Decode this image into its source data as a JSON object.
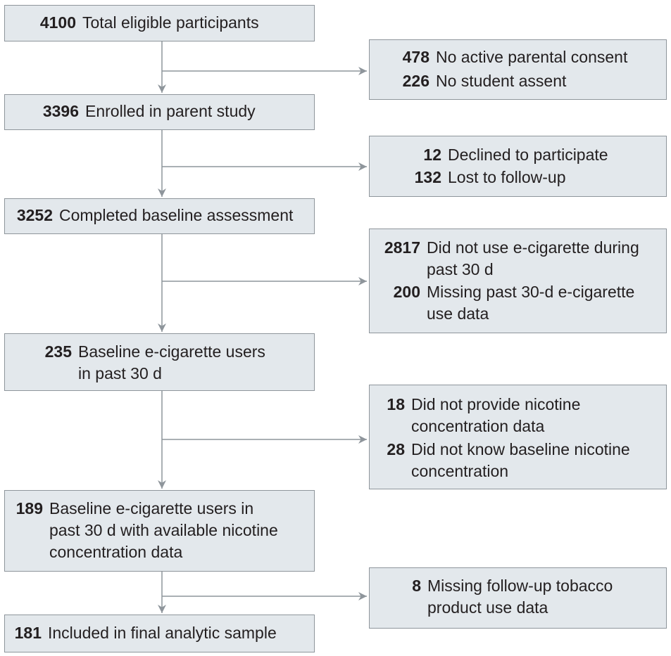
{
  "flow": {
    "main": [
      {
        "count": "4100",
        "lines": [
          "Total eligible participants"
        ]
      },
      {
        "count": "3396",
        "lines": [
          "Enrolled in parent study"
        ]
      },
      {
        "count": "3252",
        "lines": [
          "Completed baseline assessment"
        ]
      },
      {
        "count": "235",
        "lines": [
          "Baseline e-cigarette users",
          "in past 30 d"
        ]
      },
      {
        "count": "189",
        "lines": [
          "Baseline e-cigarette users in",
          "past 30 d with available nicotine",
          "concentration data"
        ]
      },
      {
        "count": "181",
        "lines": [
          "Included in final analytic sample"
        ]
      }
    ],
    "exclusions": [
      [
        {
          "count": "478",
          "lines": [
            "No active parental consent"
          ]
        },
        {
          "count": "226",
          "lines": [
            "No student assent"
          ]
        }
      ],
      [
        {
          "count": "12",
          "lines": [
            "Declined to participate"
          ]
        },
        {
          "count": "132",
          "lines": [
            "Lost to follow-up"
          ]
        }
      ],
      [
        {
          "count": "2817",
          "lines": [
            "Did not use e-cigarette during",
            "past 30 d"
          ]
        },
        {
          "count": "200",
          "lines": [
            "Missing past 30-d e-cigarette",
            "use data"
          ]
        }
      ],
      [
        {
          "count": "18",
          "lines": [
            "Did not provide nicotine",
            "concentration data"
          ]
        },
        {
          "count": "28",
          "lines": [
            "Did not know baseline nicotine",
            "concentration"
          ]
        }
      ],
      [
        {
          "count": "8",
          "lines": [
            "Missing follow-up tobacco",
            "product use data"
          ]
        }
      ]
    ]
  },
  "colors": {
    "box_fill": "#e3e8ec",
    "box_border": "#8e959b",
    "connector": "#8e959b",
    "text": "#231f20"
  }
}
